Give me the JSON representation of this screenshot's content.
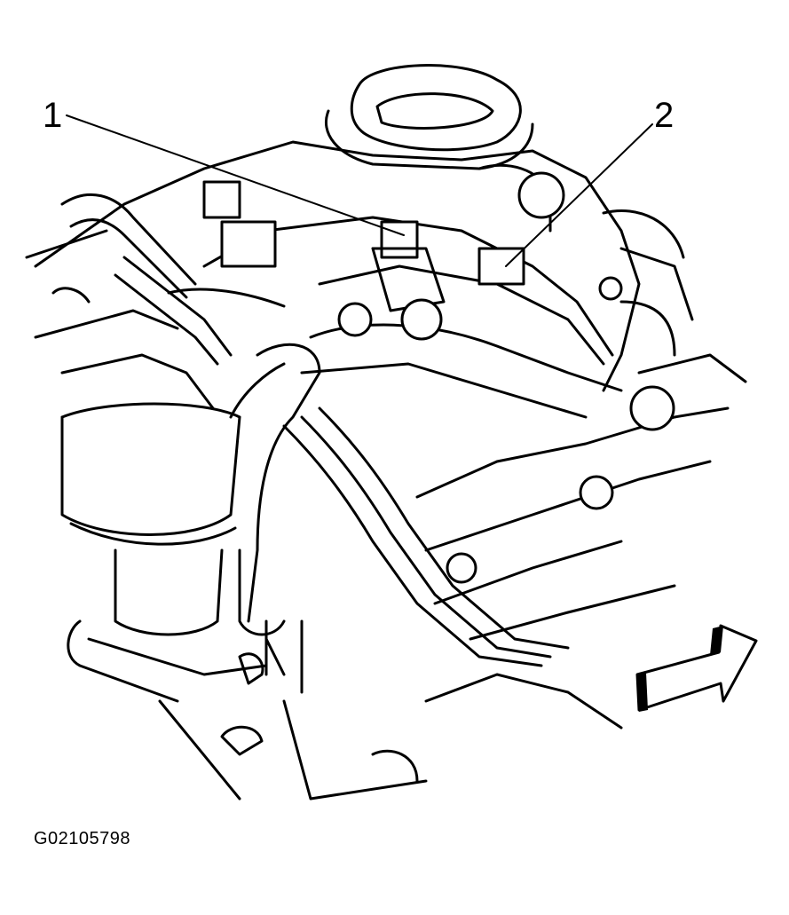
{
  "figure": {
    "id_label": "G02105798",
    "callouts": [
      {
        "number": "1"
      },
      {
        "number": "2"
      }
    ],
    "icons": [
      "front-direction-arrow-icon"
    ]
  }
}
